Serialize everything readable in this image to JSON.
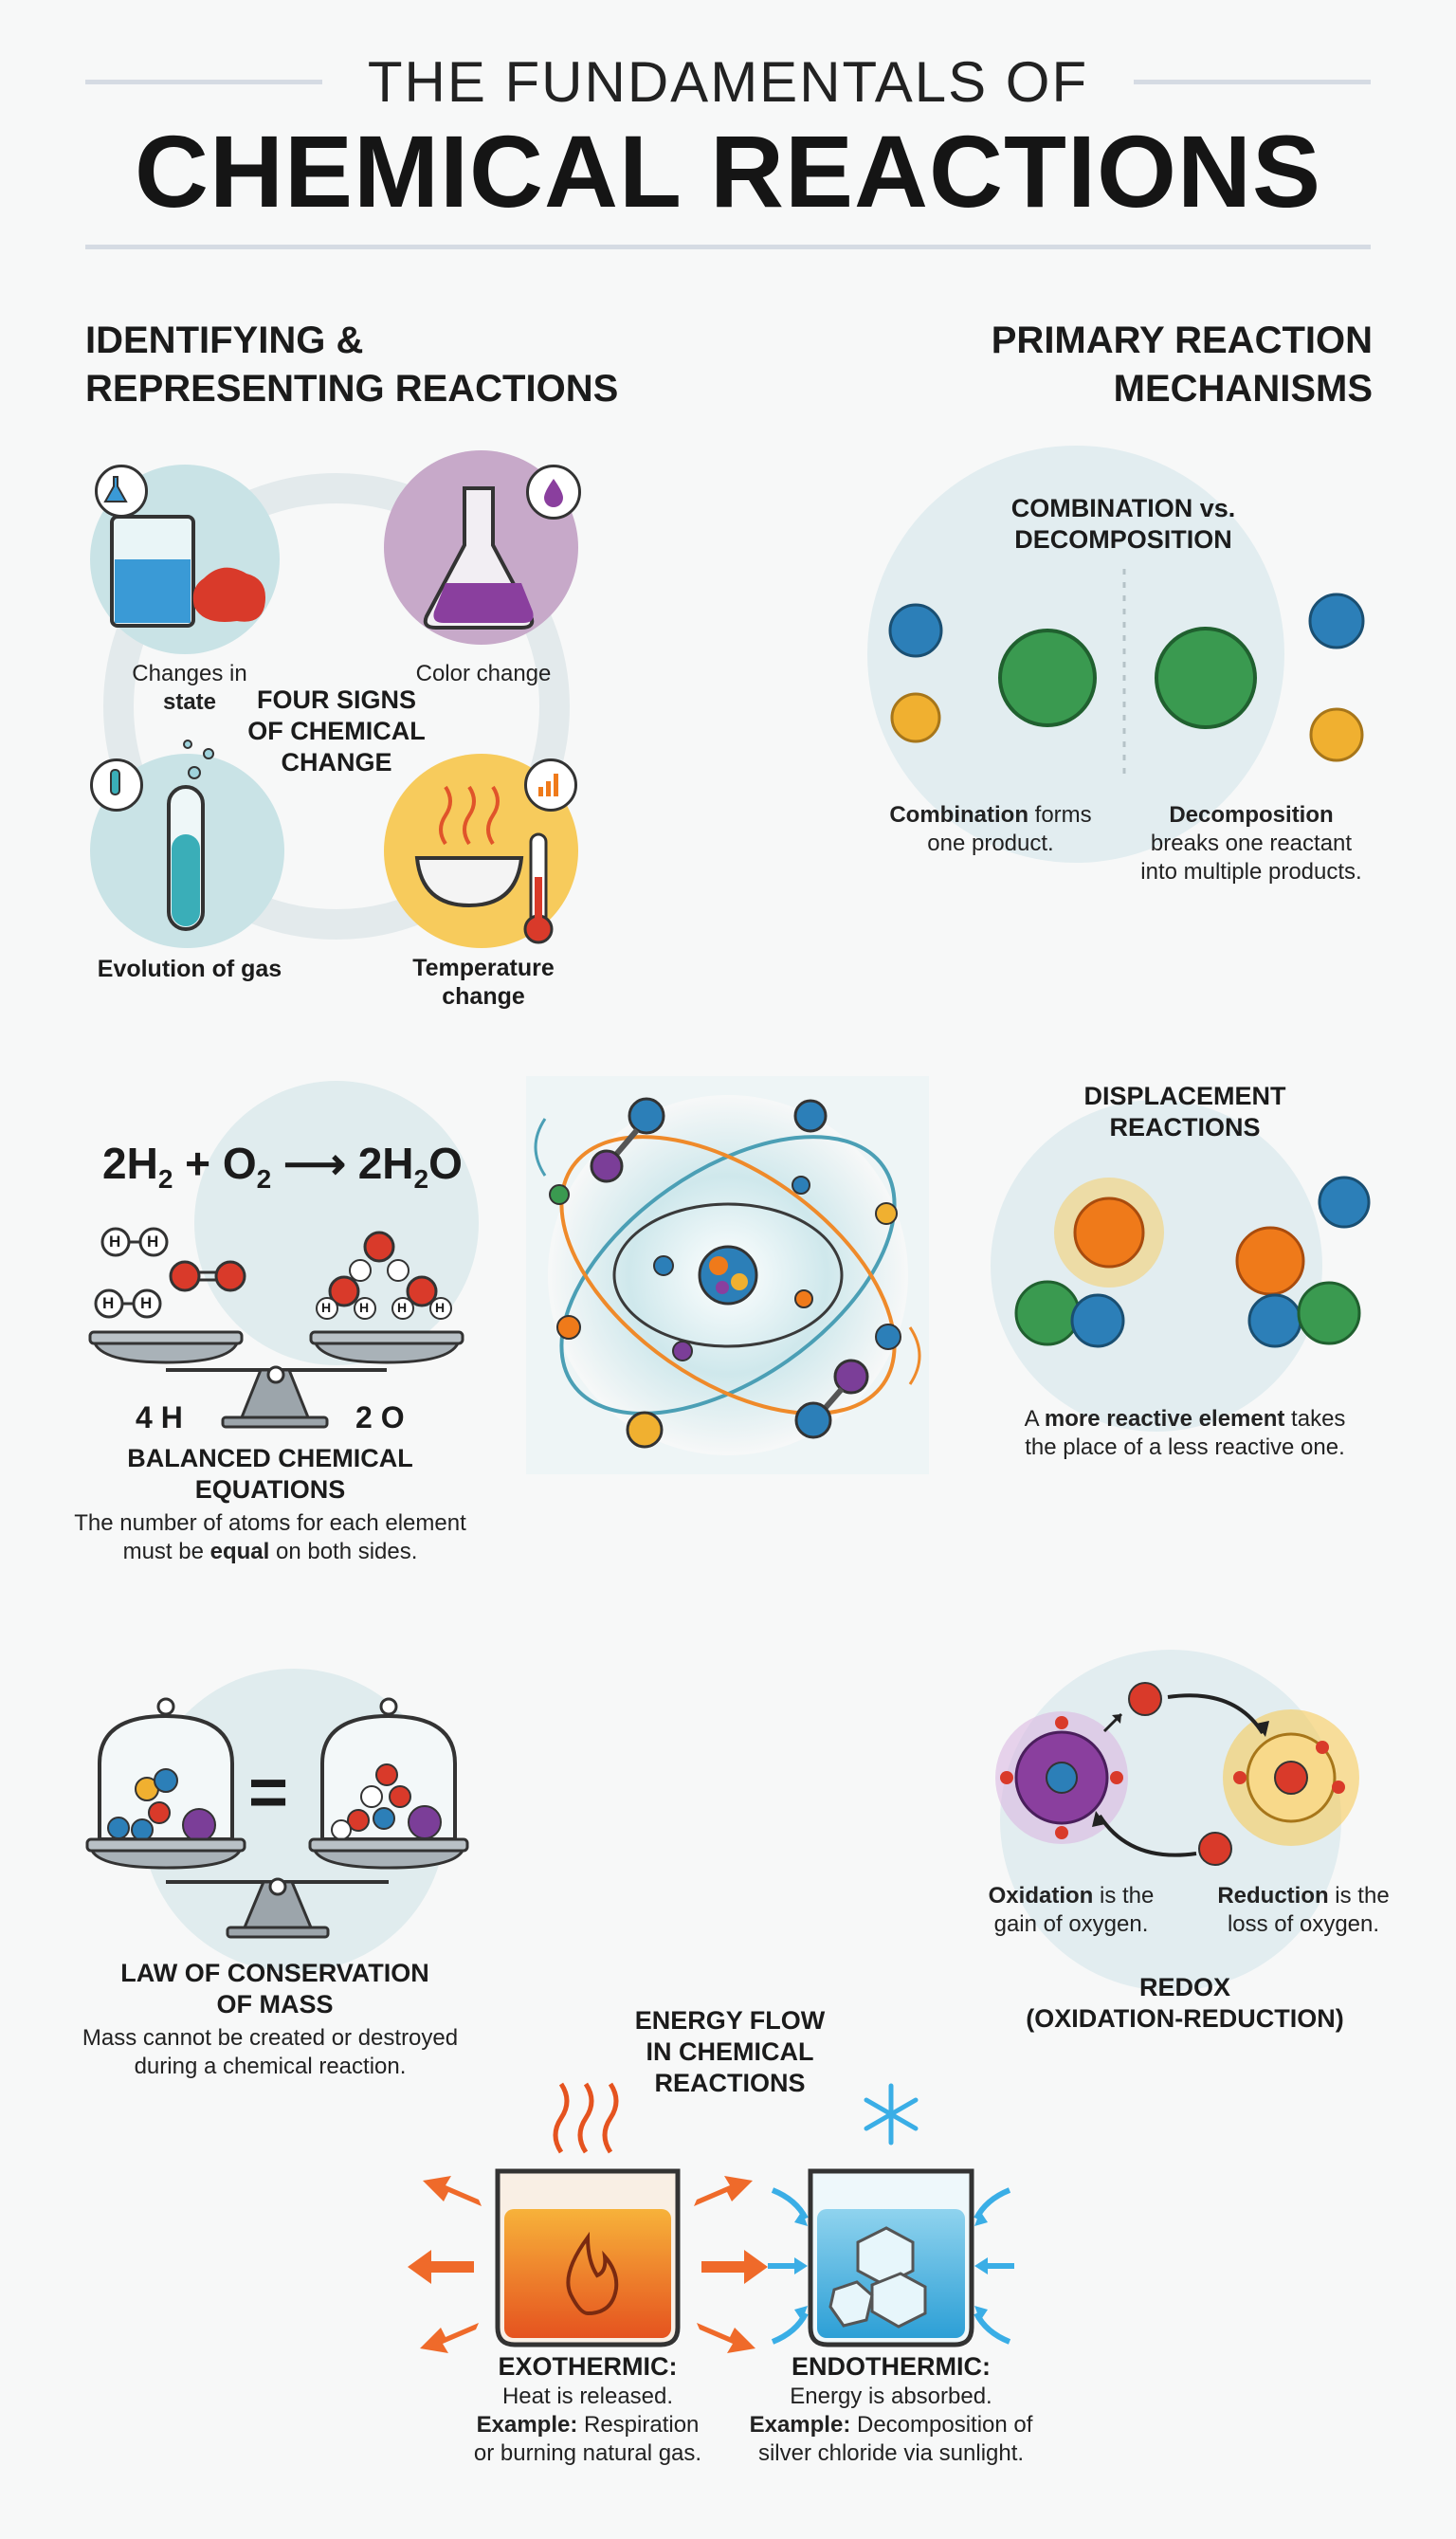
{
  "header": {
    "title_top": "THE FUNDAMENTALS OF",
    "title_main": "CHEMICAL REACTIONS"
  },
  "left_section": {
    "title_line1": "IDENTIFYING &",
    "title_line2": "REPRESENTING REACTIONS"
  },
  "right_section": {
    "title_line1": "PRIMARY REACTION",
    "title_line2": "MECHANISMS"
  },
  "four_signs": {
    "center_line1": "FOUR SIGNS",
    "center_line2": "OF CHEMICAL",
    "center_line3": "CHANGE",
    "state_line1": "Changes in",
    "state_line2": "state",
    "color": "Color change",
    "gas": "Evolution of gas",
    "temp_line1": "Temperature",
    "temp_line2": "change"
  },
  "combination": {
    "title_line1": "COMBINATION vs.",
    "title_line2": "DECOMPOSITION",
    "combo_bold": "Combination",
    "combo_rest": " forms",
    "combo_line2": "one product.",
    "decomp_bold": "Decomposition",
    "decomp_line2": "breaks one reactant",
    "decomp_line3": "into multiple products."
  },
  "balanced": {
    "eq_left": "2H",
    "eq_sub1": "2",
    "eq_plus": " + O",
    "eq_sub2": "2",
    "eq_arrow": " ⟶ 2H",
    "eq_sub3": "2",
    "eq_end": "O",
    "atom_h": "H",
    "count_h": "4 H",
    "count_o": "2 O",
    "title_line1": "BALANCED CHEMICAL",
    "title_line2": "EQUATIONS",
    "desc_line1": "The number of atoms for each element",
    "desc_pre": "must be ",
    "desc_bold": "equal",
    "desc_post": " on both sides."
  },
  "displacement": {
    "title_line1": "DISPLACEMENT",
    "title_line2": "REACTIONS",
    "desc_pre": "A ",
    "desc_bold": "more reactive element",
    "desc_post": " takes",
    "desc_line2": "the place of a less reactive one."
  },
  "conservation": {
    "equals": "=",
    "title_line1": "LAW OF CONSERVATION",
    "title_line2": "OF MASS",
    "desc_line1": "Mass cannot be created or destroyed",
    "desc_line2": "during a chemical reaction."
  },
  "redox": {
    "ox_bold": "Oxidation",
    "ox_rest": " is the",
    "ox_line2": "gain of oxygen.",
    "red_bold": "Reduction",
    "red_rest": " is the",
    "red_line2": "loss of oxygen.",
    "title_line1": "REDOX",
    "title_line2": "(OXIDATION-REDUCTION)"
  },
  "energy": {
    "title_line1": "ENERGY FLOW",
    "title_line2": "IN CHEMICAL",
    "title_line3": "REACTIONS",
    "exo_title": "EXOTHERMIC:",
    "exo_line1": "Heat is released.",
    "exo_ex_bold": "Example:",
    "exo_ex_rest": " Respiration",
    "exo_line3": "or burning natural gas.",
    "endo_title": "ENDOTHERMIC:",
    "endo_line1": "Energy is absorbed.",
    "endo_ex_bold": "Example:",
    "endo_ex_rest": " Decomposition of",
    "endo_line3": "silver chloride via sunlight."
  },
  "colors": {
    "teal_bg": "#c9e3e6",
    "purple_bg": "#c7a9c9",
    "yellow_bg": "#f7cb5c",
    "atom_blue": "#2c7fb8",
    "atom_green": "#3a9a50",
    "atom_yellow": "#f0b030",
    "atom_orange": "#ef7a1a",
    "atom_red": "#d93a2a",
    "atom_purple": "#7b3e98"
  }
}
